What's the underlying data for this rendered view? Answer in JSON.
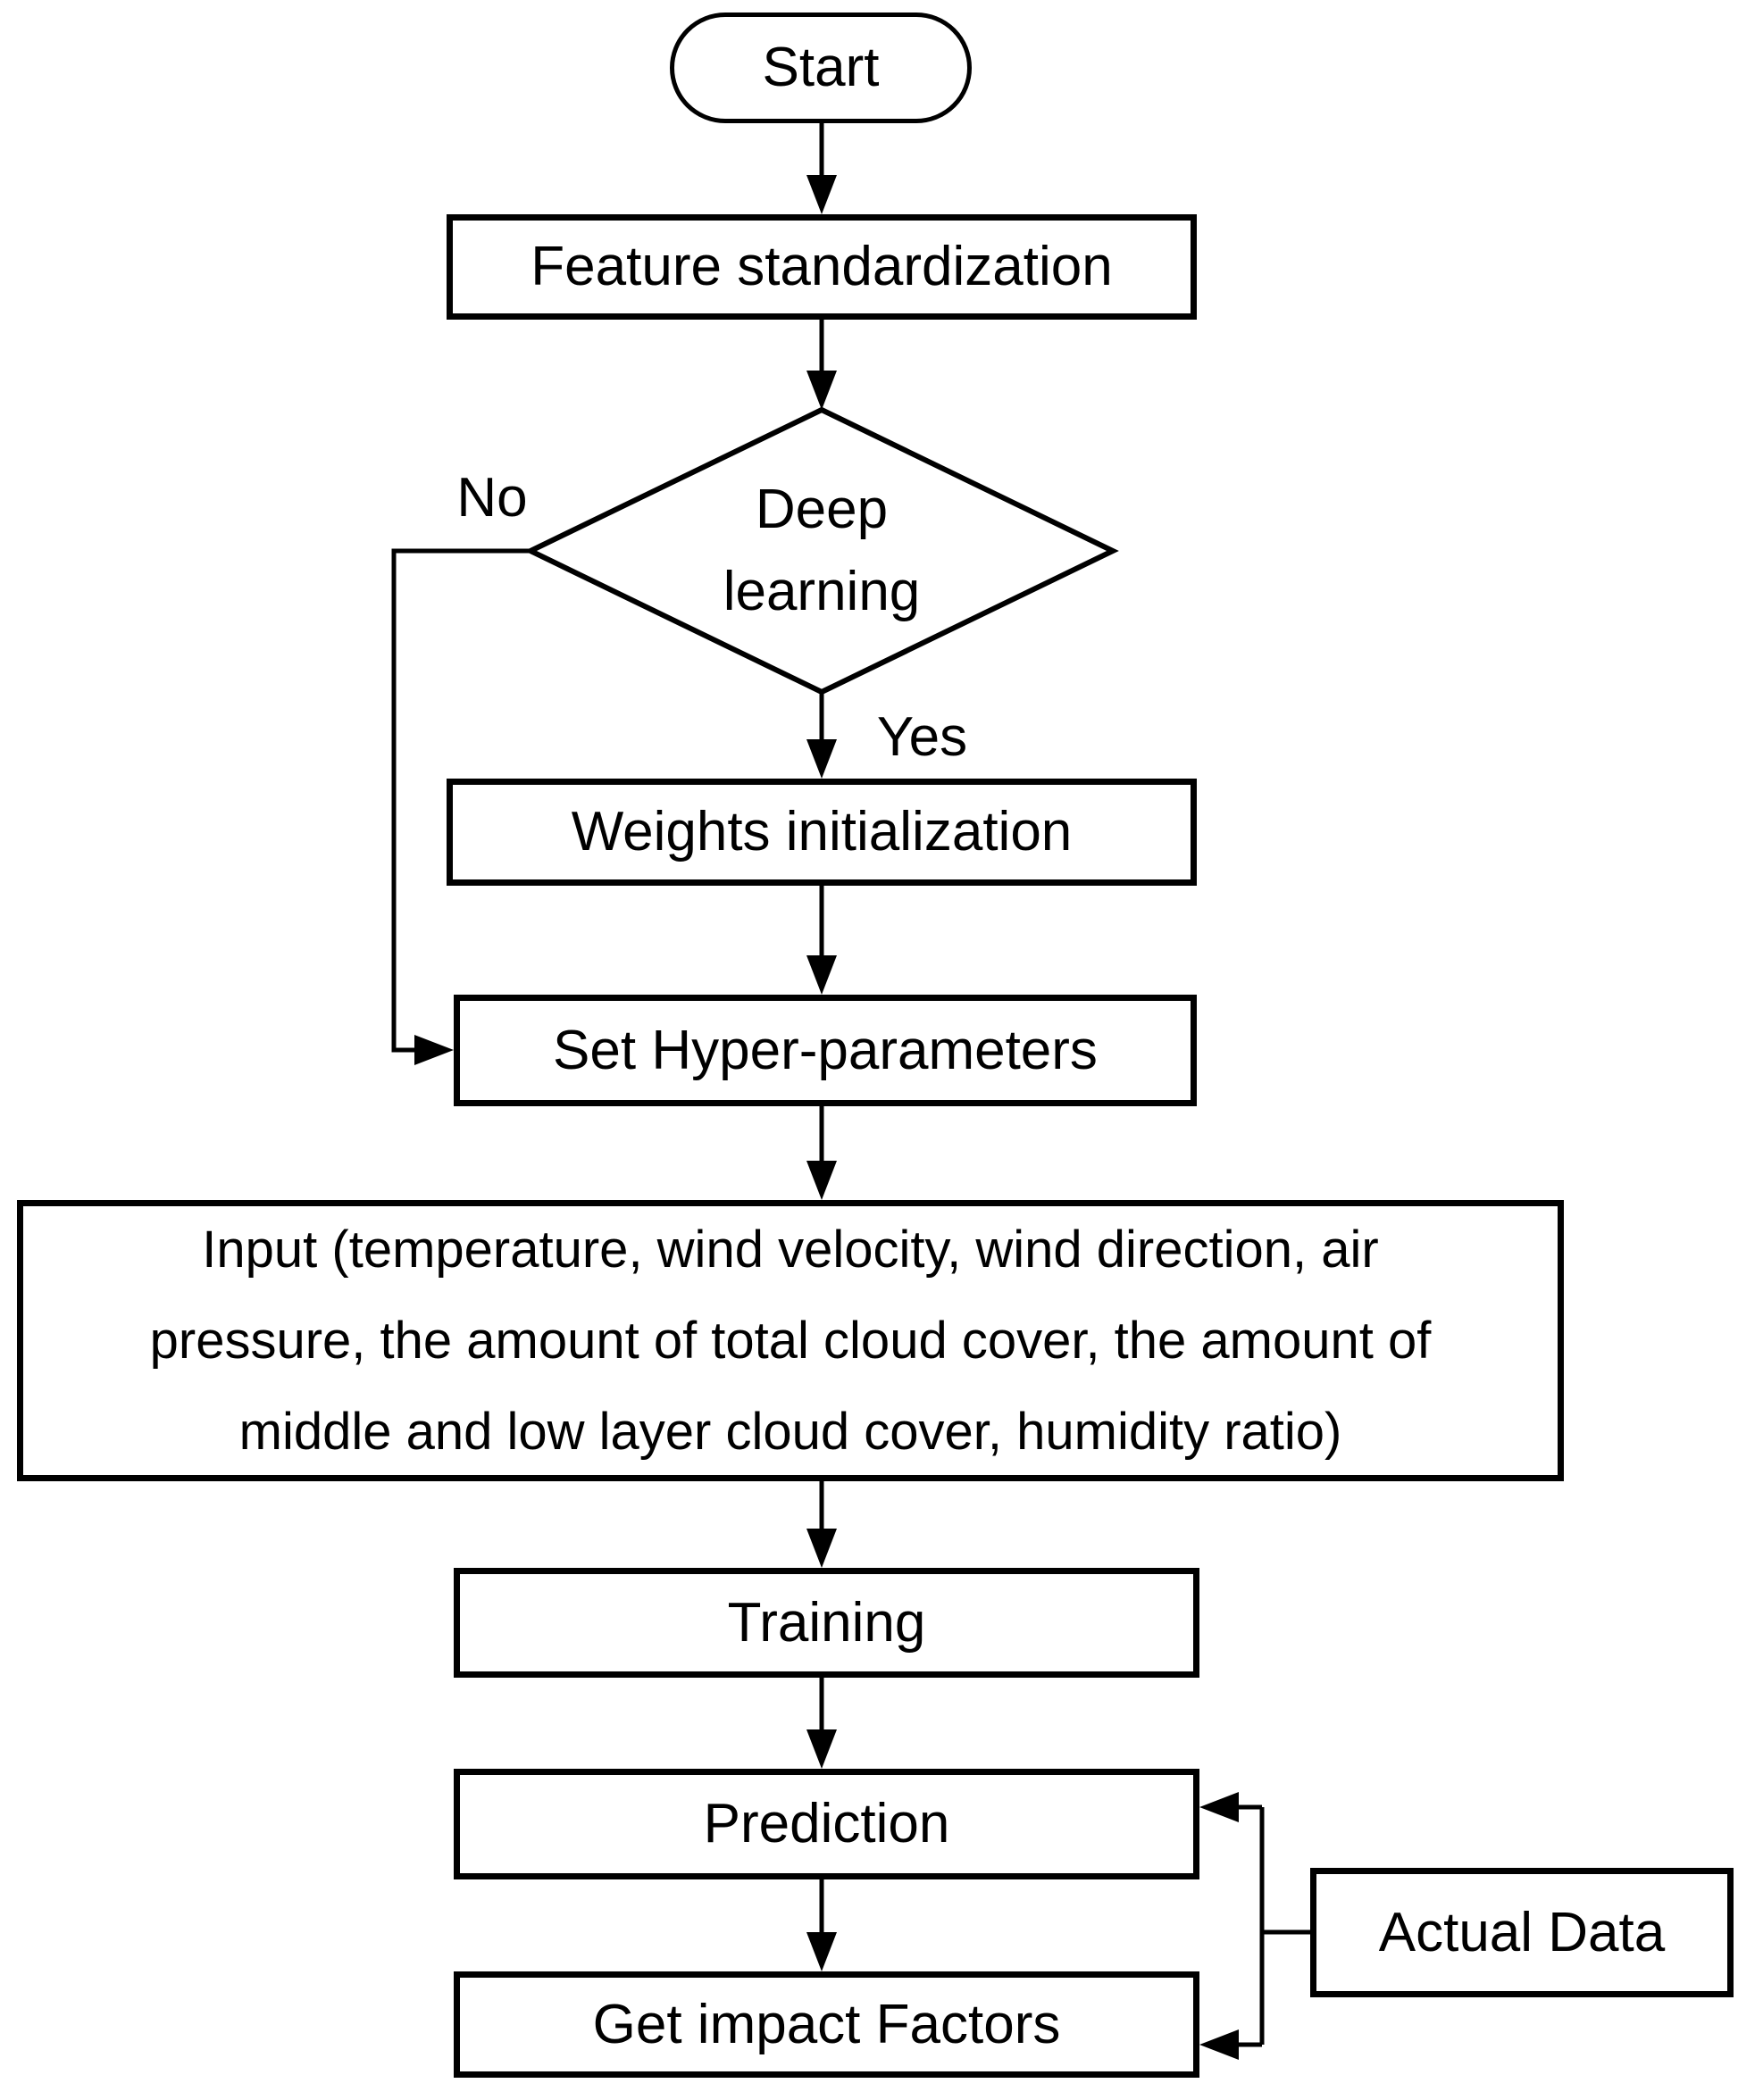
{
  "figure": {
    "background": "#ffffff",
    "stroke_color": "#000000",
    "text_color": "#000000"
  },
  "nodes": {
    "start": {
      "type": "terminator",
      "label": "Start"
    },
    "feature_standardization": {
      "type": "process",
      "label": "Feature standardization"
    },
    "deep_learning": {
      "type": "decision",
      "label": "Deep learning",
      "lines": [
        "Deep",
        "learning"
      ]
    },
    "weights_initialization": {
      "type": "process",
      "label": "Weights initialization"
    },
    "set_hyper_parameters": {
      "type": "process",
      "label": "Set Hyper-parameters"
    },
    "input": {
      "type": "process",
      "label": "Input (temperature, wind velocity, wind direction, air pressure, the amount of total cloud cover, the amount of middle and low layer cloud cover, humidity ratio)",
      "lines": [
        "Input (temperature, wind velocity, wind direction, air",
        "pressure, the amount of total cloud cover, the amount of",
        "middle and low layer cloud cover, humidity ratio)"
      ]
    },
    "training": {
      "type": "process",
      "label": "Training"
    },
    "prediction": {
      "type": "process",
      "label": "Prediction"
    },
    "get_impact_factors": {
      "type": "process",
      "label": "Get impact Factors"
    },
    "actual_data": {
      "type": "process",
      "label": "Actual Data"
    }
  },
  "edge_labels": {
    "no": "No",
    "yes": "Yes"
  }
}
